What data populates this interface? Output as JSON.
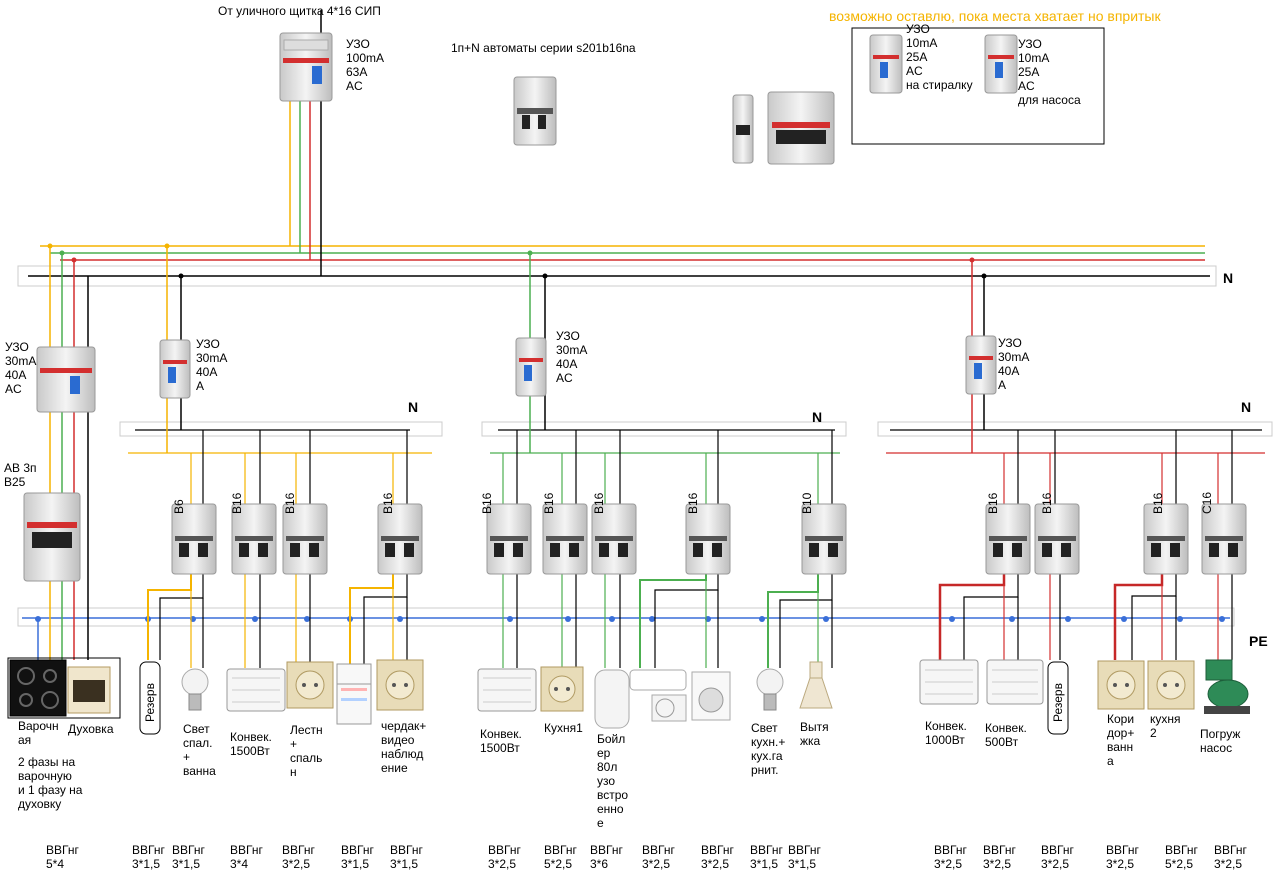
{
  "header": {
    "source": "От уличного щитка 4*16 СИП",
    "series_note": "1п+N автоматы серии s201b16na",
    "optional_note": "возможно оставлю, пока места хватает но впритык"
  },
  "main_rcd": {
    "text": "УЗО\n100mA\n 63A\nAC"
  },
  "optional_rcds": [
    {
      "text": "УЗО\n10mA\n25A\nAC\nна стиралку"
    },
    {
      "text": "УЗО\n10mA\n25A\nAC\nдля насоса"
    }
  ],
  "bus_labels": {
    "n_main": "N",
    "n1": "N",
    "n2": "N",
    "n3": "N",
    "pe": "PE"
  },
  "left_rcd": {
    "text": "УЗО\n30mA\n40A\nAC"
  },
  "left_breaker": {
    "text": "АВ 3п\nB25"
  },
  "group_rcds": [
    {
      "text": "УЗО\n30mA\n40A\nA"
    },
    {
      "text": "УЗО\n30mA\n 40A\nAC"
    },
    {
      "text": "УЗО\n30mA\n40A\nA"
    }
  ],
  "breaker_ratings": [
    "B6",
    "B16",
    "B16",
    "B16",
    "B16",
    "B16",
    "B16",
    "B16",
    "B10",
    "B16",
    "B16",
    "B16",
    "C16"
  ],
  "loads": {
    "hob": "Варочн\nая",
    "oven": "Духовка",
    "hob_note": "2 фазы на\nварочную\nи 1 фазу на\nдуховку",
    "reserve1": "Резерв",
    "light_bed": "Свет\nспал.\n+\nванна",
    "conv1500a": "Конвек.\n1500Вт",
    "stairs": "Лестн\n+\nспаль\nн",
    "attic": "чердак+\nвидео\nнаблюд\nение",
    "conv1500b": "Конвек.\n1500Вт",
    "kitchen1": "Кухня1",
    "boiler": "Бойл\nер\n80л\nузо\nвстро\nенно\nе",
    "light_kitchen": "Свет\nкухн.+\nкух.га\nрнит.",
    "hood": "Вытя\nжка",
    "conv1000": "Конвек.\n1000Вт",
    "conv500": "Конвек.\n500Вт",
    "reserve2": "Резерв",
    "corridor": "Кори\nдор+\nванн\nа",
    "kitchen2": "кухня\n2",
    "pump": "Погруж\nнасос"
  },
  "cables": [
    "ВВГнг\n5*4",
    "ВВГнг\n3*1,5",
    "ВВГнг\n3*1,5",
    "ВВГнг\n3*4",
    "ВВГнг\n3*2,5",
    "ВВГнг\n3*1,5",
    "ВВГнг\n3*1,5",
    "ВВГнг\n3*2,5",
    "ВВГнг\n5*2,5",
    "ВВГнг\n3*6",
    "ВВГнг\n3*2,5",
    "ВВГнг\n3*2,5",
    "ВВГнг\n3*1,5",
    "ВВГнг\n3*1,5",
    "ВВГнг\n3*2,5",
    "ВВГнг\n3*2,5",
    "ВВГнг\n3*2,5",
    "ВВГнг\n3*2,5",
    "ВВГнг\n5*2,5",
    "ВВГнг\n3*2,5"
  ],
  "colors": {
    "phase_yellow": "#f5b400",
    "phase_green": "#4caf50",
    "phase_red": "#d32f2f",
    "neutral": "#000000",
    "pe": "#3a6fd8"
  },
  "icons": [
    "rcd-icon",
    "breaker-icon",
    "hob-icon",
    "oven-icon",
    "bulb-icon",
    "convector-icon",
    "socket-icon",
    "fridge-icon",
    "boiler-icon",
    "ac-icon",
    "washer-icon",
    "hood-icon",
    "pump-icon"
  ]
}
